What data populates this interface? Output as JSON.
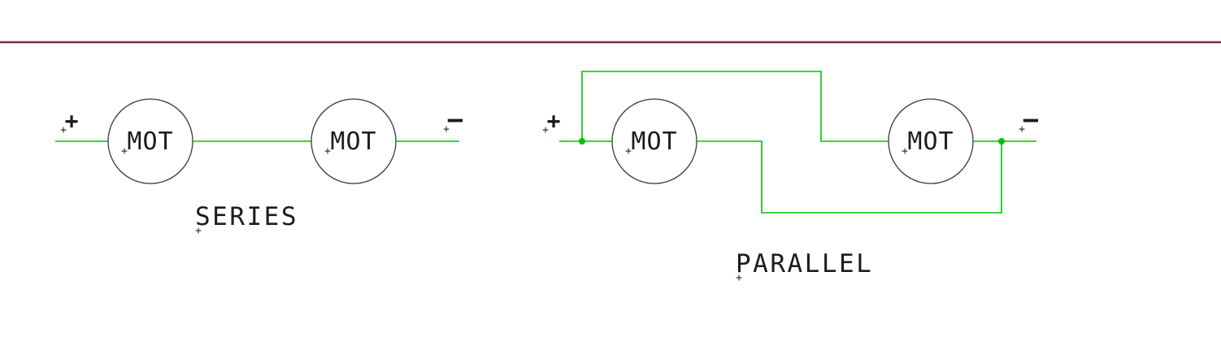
{
  "diagram": {
    "marker_glyph": "+",
    "colors": {
      "wire": "#00c300",
      "component_outline": "#3a3a3a",
      "text": "#1c1c1c",
      "top_rule": "#7a2e3c"
    },
    "series": {
      "label": "SERIES",
      "positive_label": "+",
      "negative_label": "−",
      "motors": [
        {
          "label": "MOT"
        },
        {
          "label": "MOT"
        }
      ]
    },
    "parallel": {
      "label": "PARALLEL",
      "positive_label": "+",
      "negative_label": "−",
      "motors": [
        {
          "label": "MOT"
        },
        {
          "label": "MOT"
        }
      ]
    }
  }
}
